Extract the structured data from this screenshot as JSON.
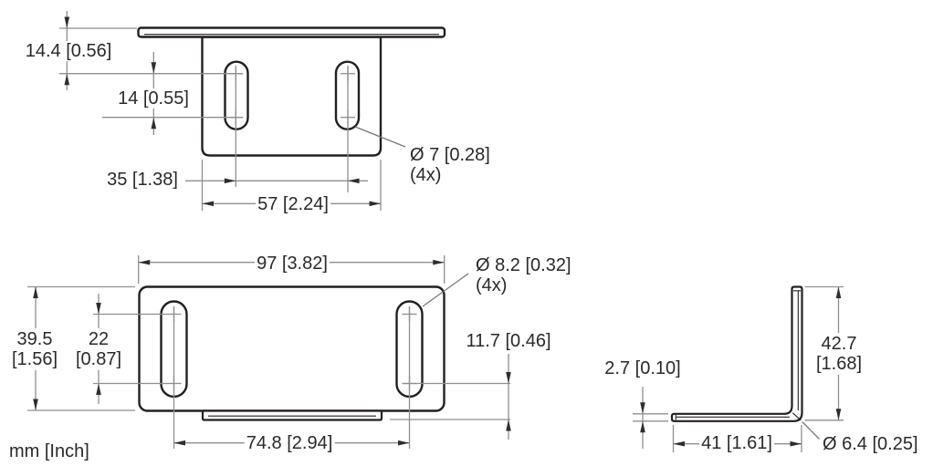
{
  "drawing": {
    "units_label": "mm [Inch]",
    "colors": {
      "part_outline": "#231f20",
      "dimension_lines": "#8f8f8f",
      "text": "#2b282c"
    },
    "top_view": {
      "name": "bracket-top-view",
      "flange_offset": "14.4 [0.56]",
      "slot_length": "14 [0.55]",
      "slot_spacing": "35 [1.38]",
      "base_width": "57 [2.24]",
      "hole_callout": "Ø 7 [0.28]",
      "hole_qty": "(4x)"
    },
    "front_view": {
      "name": "bracket-front-view",
      "overall_width": "97 [3.82]",
      "overall_height_mm": "39.5",
      "overall_height_in": "[1.56]",
      "slot_length_mm": "22",
      "slot_length_in": "[0.87]",
      "hole_callout": "Ø 8.2 [0.32]",
      "hole_qty": "(4x)",
      "hole_to_bottom": "11.7 [0.46]",
      "slot_spacing": "74.8 [2.94]"
    },
    "side_view": {
      "name": "bracket-side-view",
      "thickness": "2.7 [0.10]",
      "overall_height_mm": "42.7",
      "overall_height_in": "[1.68]",
      "depth": "41 [1.61]",
      "bend_callout": "Ø 6.4 [0.25]"
    }
  }
}
